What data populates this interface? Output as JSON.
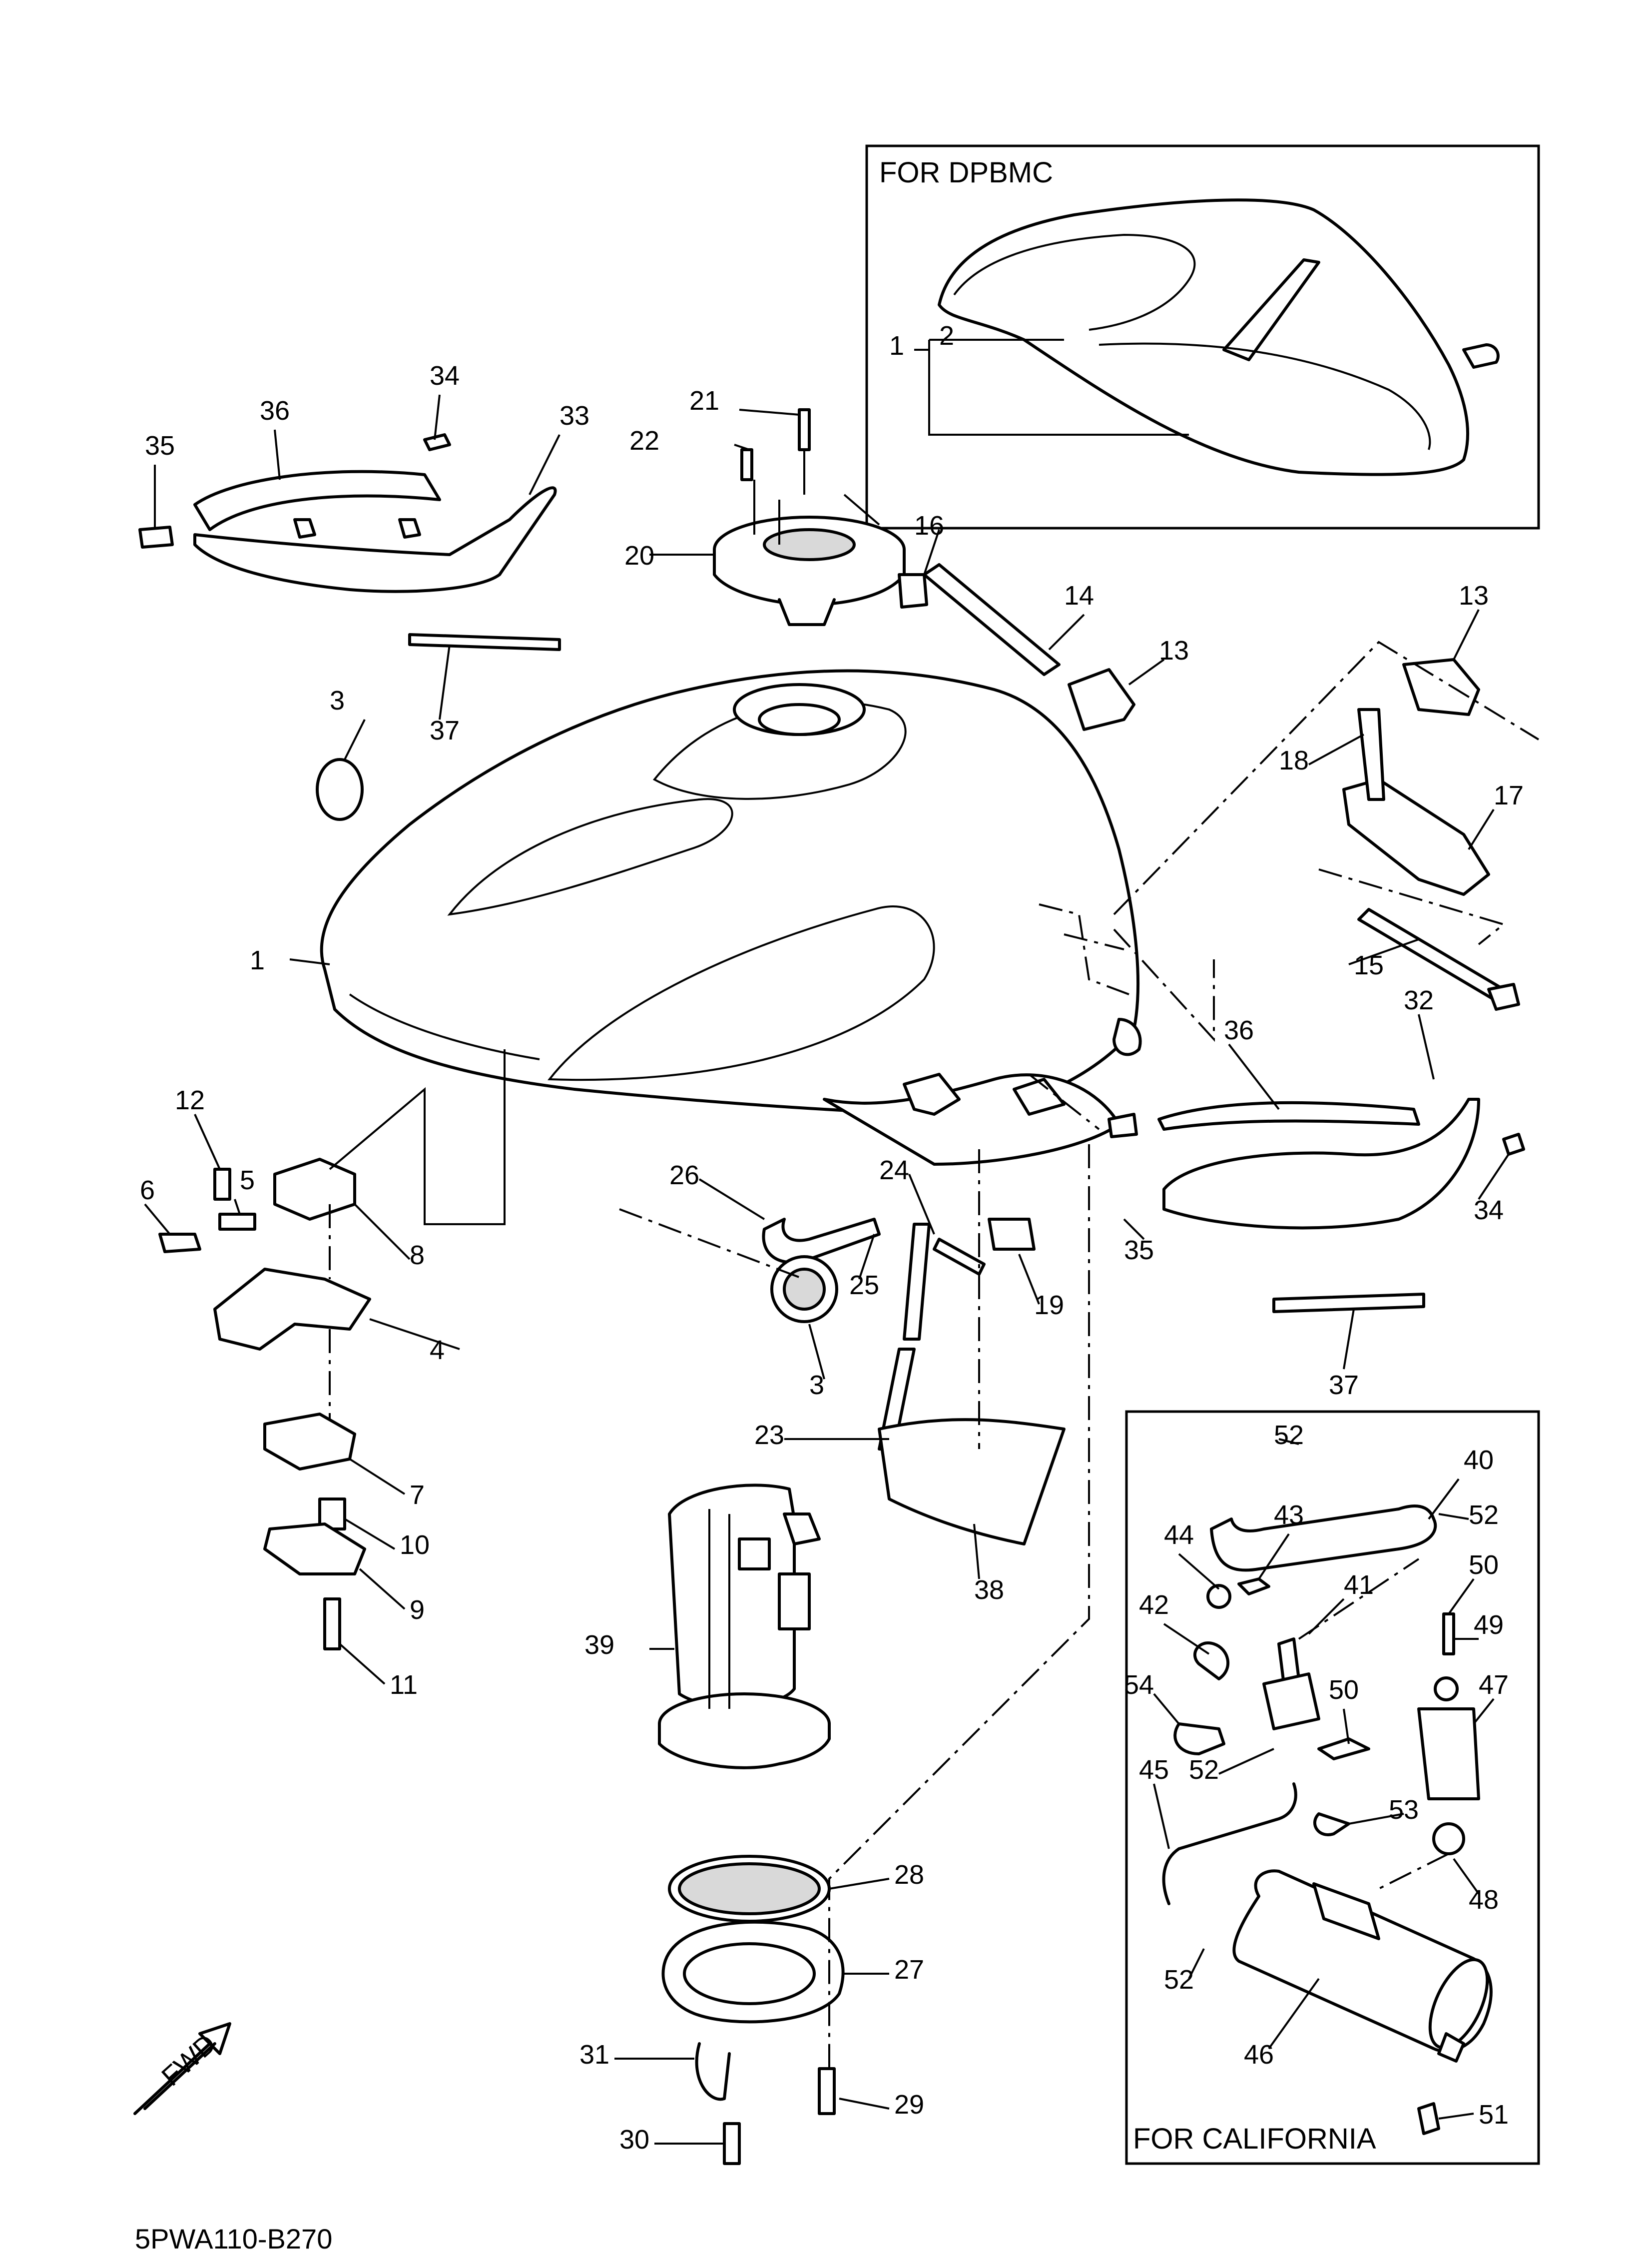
{
  "diagram": {
    "code": "5PWA110-B270",
    "fwd_label": "FWD",
    "box_dpbmc_label": "FOR DPBMC",
    "box_california_label": "FOR CALIFORNIA",
    "callouts": [
      {
        "id": "c1a",
        "text": "1"
      },
      {
        "id": "c1b",
        "text": "1"
      },
      {
        "id": "c2",
        "text": "2"
      },
      {
        "id": "c3a",
        "text": "3"
      },
      {
        "id": "c3b",
        "text": "3"
      },
      {
        "id": "c4",
        "text": "4"
      },
      {
        "id": "c5",
        "text": "5"
      },
      {
        "id": "c6",
        "text": "6"
      },
      {
        "id": "c7",
        "text": "7"
      },
      {
        "id": "c8",
        "text": "8"
      },
      {
        "id": "c9",
        "text": "9"
      },
      {
        "id": "c10",
        "text": "10"
      },
      {
        "id": "c11",
        "text": "11"
      },
      {
        "id": "c12",
        "text": "12"
      },
      {
        "id": "c13a",
        "text": "13"
      },
      {
        "id": "c13b",
        "text": "13"
      },
      {
        "id": "c14",
        "text": "14"
      },
      {
        "id": "c15",
        "text": "15"
      },
      {
        "id": "c16",
        "text": "16"
      },
      {
        "id": "c17",
        "text": "17"
      },
      {
        "id": "c18",
        "text": "18"
      },
      {
        "id": "c19",
        "text": "19"
      },
      {
        "id": "c20",
        "text": "20"
      },
      {
        "id": "c21",
        "text": "21"
      },
      {
        "id": "c22",
        "text": "22"
      },
      {
        "id": "c23",
        "text": "23"
      },
      {
        "id": "c24",
        "text": "24"
      },
      {
        "id": "c25",
        "text": "25"
      },
      {
        "id": "c26",
        "text": "26"
      },
      {
        "id": "c27",
        "text": "27"
      },
      {
        "id": "c28",
        "text": "28"
      },
      {
        "id": "c29",
        "text": "29"
      },
      {
        "id": "c30",
        "text": "30"
      },
      {
        "id": "c31",
        "text": "31"
      },
      {
        "id": "c32",
        "text": "32"
      },
      {
        "id": "c33",
        "text": "33"
      },
      {
        "id": "c34a",
        "text": "34"
      },
      {
        "id": "c34b",
        "text": "34"
      },
      {
        "id": "c35a",
        "text": "35"
      },
      {
        "id": "c35b",
        "text": "35"
      },
      {
        "id": "c36a",
        "text": "36"
      },
      {
        "id": "c36b",
        "text": "36"
      },
      {
        "id": "c37a",
        "text": "37"
      },
      {
        "id": "c37b",
        "text": "37"
      },
      {
        "id": "c38",
        "text": "38"
      },
      {
        "id": "c39",
        "text": "39"
      },
      {
        "id": "c40",
        "text": "40"
      },
      {
        "id": "c41",
        "text": "41"
      },
      {
        "id": "c42",
        "text": "42"
      },
      {
        "id": "c43",
        "text": "43"
      },
      {
        "id": "c44",
        "text": "44"
      },
      {
        "id": "c45",
        "text": "45"
      },
      {
        "id": "c46",
        "text": "46"
      },
      {
        "id": "c47",
        "text": "47"
      },
      {
        "id": "c48",
        "text": "48"
      },
      {
        "id": "c49",
        "text": "49"
      },
      {
        "id": "c50a",
        "text": "50"
      },
      {
        "id": "c50b",
        "text": "50"
      },
      {
        "id": "c51",
        "text": "51"
      },
      {
        "id": "c52a",
        "text": "52"
      },
      {
        "id": "c52b",
        "text": "52"
      },
      {
        "id": "c52c",
        "text": "52"
      },
      {
        "id": "c52d",
        "text": "52"
      },
      {
        "id": "c53",
        "text": "53"
      },
      {
        "id": "c54",
        "text": "54"
      }
    ]
  }
}
